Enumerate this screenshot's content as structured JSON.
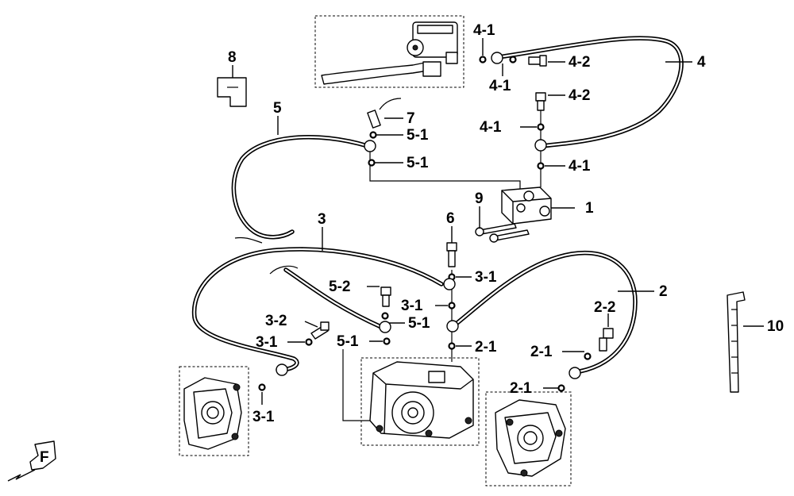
{
  "diagram": {
    "parts": [
      {
        "id": "p1",
        "label": "1"
      },
      {
        "id": "p2",
        "label": "2"
      },
      {
        "id": "p2_1a",
        "label": "2-1"
      },
      {
        "id": "p2_1b",
        "label": "2-1"
      },
      {
        "id": "p2_1c",
        "label": "2-1"
      },
      {
        "id": "p2_2",
        "label": "2-2"
      },
      {
        "id": "p3",
        "label": "3"
      },
      {
        "id": "p3_1a",
        "label": "3-1"
      },
      {
        "id": "p3_1b",
        "label": "3-1"
      },
      {
        "id": "p3_1c",
        "label": "3-1"
      },
      {
        "id": "p3_1d",
        "label": "3-1"
      },
      {
        "id": "p3_2",
        "label": "3-2"
      },
      {
        "id": "p4",
        "label": "4"
      },
      {
        "id": "p4_1a",
        "label": "4-1"
      },
      {
        "id": "p4_1b",
        "label": "4-1"
      },
      {
        "id": "p4_1c",
        "label": "4-1"
      },
      {
        "id": "p4_1d",
        "label": "4-1"
      },
      {
        "id": "p4_2a",
        "label": "4-2"
      },
      {
        "id": "p4_2b",
        "label": "4-2"
      },
      {
        "id": "p5",
        "label": "5"
      },
      {
        "id": "p5_1a",
        "label": "5-1"
      },
      {
        "id": "p5_1b",
        "label": "5-1"
      },
      {
        "id": "p5_1c",
        "label": "5-1"
      },
      {
        "id": "p5_1d",
        "label": "5-1"
      },
      {
        "id": "p5_2",
        "label": "5-2"
      },
      {
        "id": "p6",
        "label": "6"
      },
      {
        "id": "p7",
        "label": "7"
      },
      {
        "id": "p8",
        "label": "8"
      },
      {
        "id": "p9",
        "label": "9"
      },
      {
        "id": "p10",
        "label": "10"
      }
    ],
    "front_marker": "F"
  }
}
